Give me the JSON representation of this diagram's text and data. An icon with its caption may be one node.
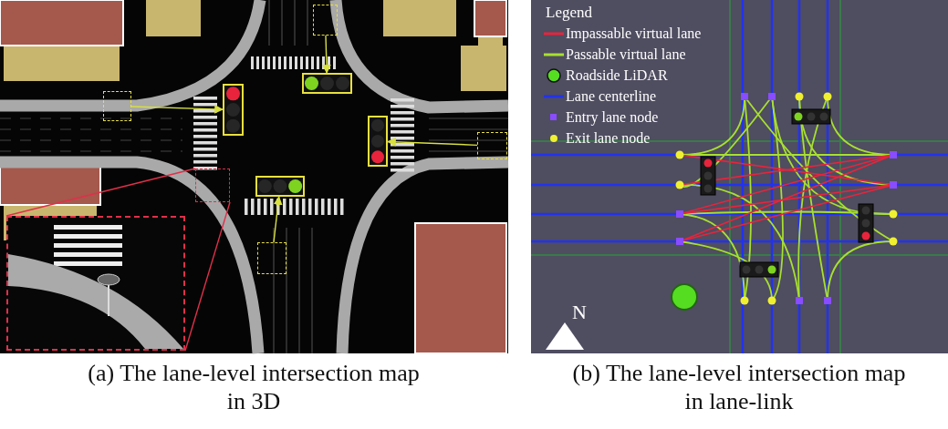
{
  "diagram": {
    "nodes": [
      {
        "text": [],
        "shape": "box"
      },
      {
        "text": [],
        "shape": "box"
      },
      {
        "text": [],
        "shape": "box"
      },
      {
        "text": [],
        "shape": "box"
      },
      {
        "text": [],
        "shape": "box"
      },
      {
        "text": [],
        "shape": "box"
      },
      {
        "text": [],
        "shape": "box"
      },
      {
        "text": [],
        "shape": "box"
      },
      {
        "text": [],
        "shape": "picture"
      },
      {
        "text": [],
        "shape": "box"
      }
    ],
    "edges": [
      {
        "from": 0,
        "to": 1,
        "arrow": "to"
      },
      {
        "from": 3,
        "to": 2,
        "arrow": "to"
      },
      {
        "from": 5,
        "to": 4,
        "arrow": "to"
      },
      {
        "from": 9,
        "to": 7,
        "arrow": "to"
      },
      {
        "from": 6,
        "to": 8,
        "arrow": "none",
        "color": "#e0304a"
      },
      {
        "from": 6,
        "to": 8,
        "arrow": "none",
        "color": "#e0304a"
      }
    ],
    "labels": [
      "Legend",
      "N",
      "(a) The lane-level intersection map in 3D",
      "(b) The lane-level intersection map in lane-link"
    ],
    "legend": [
      {
        "text": "Impassable virtual lane"
      },
      {
        "text": "Passable virtual lane"
      },
      {
        "text": "Roadside LiDAR"
      },
      {
        "text": "Lane centerline"
      },
      {
        "text": "Entry lane node"
      },
      {
        "text": "Exit lane node"
      }
    ]
  }
}
